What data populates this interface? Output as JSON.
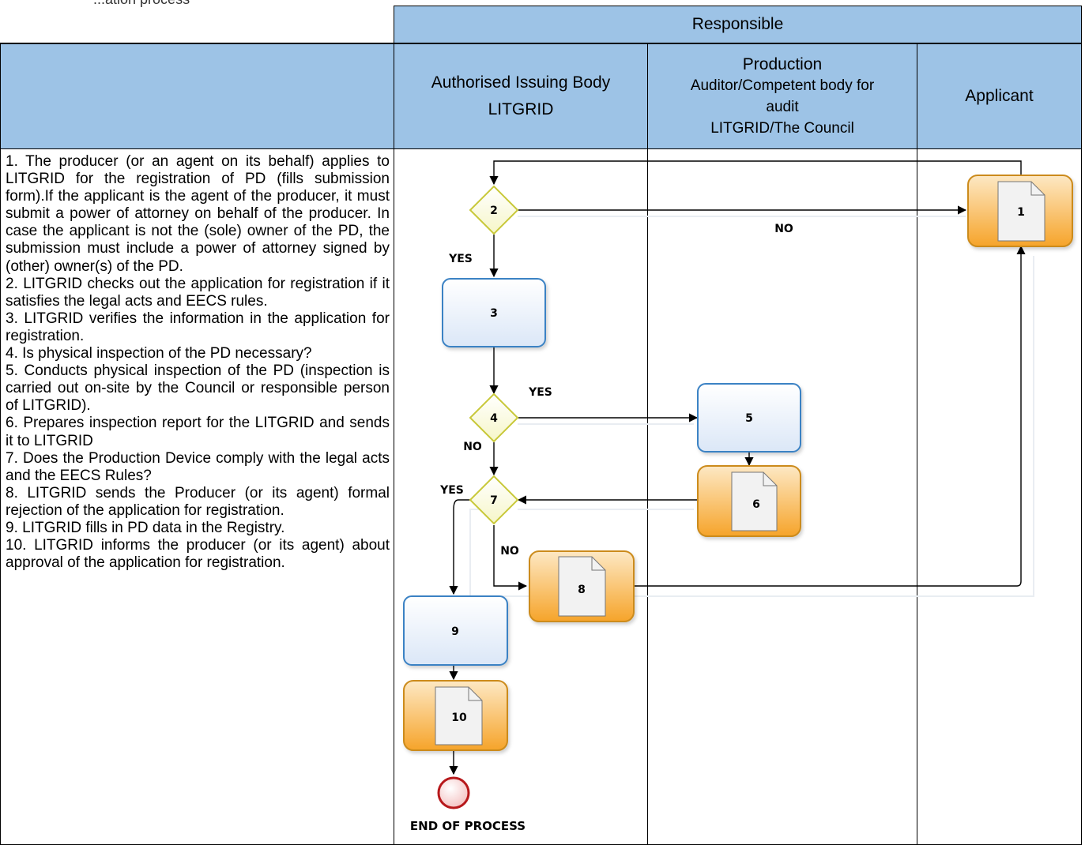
{
  "page": {
    "heading": "...ation process"
  },
  "table": {
    "responsible_header": "Responsible",
    "columns": [
      {
        "lines": [
          "Authorised Issuing Body",
          "LITGRID"
        ]
      },
      {
        "lines": [
          "Production",
          "Auditor/Competent body for",
          "audit",
          "LITGRID/The Council"
        ]
      },
      {
        "lines": [
          "Applicant"
        ]
      }
    ]
  },
  "steps": [
    "1.  The producer (or an agent on its behalf) applies to LITGRID for the registration of PD (fills submission form).If the applicant is the agent of the producer, it must submit a power of attorney on behalf of the producer. In case the applicant is not the (sole) owner of the PD, the submission must include a power of attorney signed by (other) owner(s) of the PD.",
    "2.  LITGRID checks out the application for registration if it satisfies the legal acts and EECS rules.",
    "3.  LITGRID verifies the information in the application for registration.",
    "4.  Is physical inspection of the PD necessary?",
    "5.  Conducts physical inspection of the PD (inspection is carried out on-site by the Council or responsible person of LITGRID).",
    "6.  Prepares inspection report for the LITGRID and sends it to LITGRID",
    "7.  Does the Production Device comply with the legal acts and the EECS Rules?",
    "8.  LITGRID sends the Producer (or its agent) formal rejection of the application for registration.",
    "9.  LITGRID fills in PD data in the Registry.",
    "10. LITGRID informs the producer (or its agent) about approval of the application for registration."
  ],
  "flow": {
    "nodes": {
      "n1": "1",
      "n2": "2",
      "n3": "3",
      "n4": "4",
      "n5": "5",
      "n6": "6",
      "n7": "7",
      "n8": "8",
      "n9": "9",
      "n10": "10"
    },
    "labels": {
      "no_2_1": "NO",
      "yes_2_3": "YES",
      "yes_4_5": "YES",
      "no_4_7": "NO",
      "yes_7_9": "YES",
      "no_7_8": "NO",
      "end": "END OF PROCESS"
    }
  },
  "colors": {
    "header_fill": "#9dc3e6",
    "task_border": "#3b82c4",
    "document_fill": "#f7a92b",
    "gateway_border": "#c8c839",
    "end_event": "#b7191c"
  }
}
